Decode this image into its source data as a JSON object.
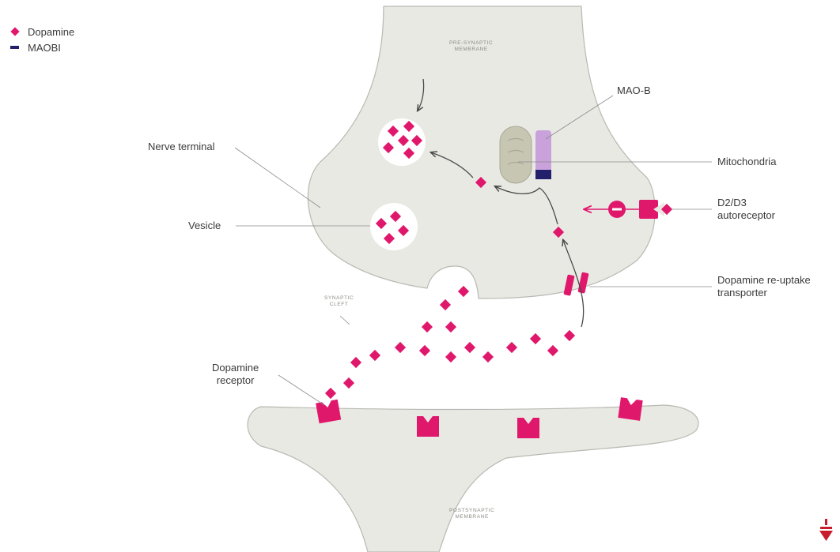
{
  "legend": {
    "dopamine": {
      "label": "Dopamine",
      "color": "#e0186c",
      "icon": "diamond"
    },
    "maobi": {
      "label": "MAOBI",
      "color": "#23206b",
      "icon": "bar"
    }
  },
  "labels": {
    "pre_synaptic_membrane": "PRE-SYNAPTIC\nMEMBRANE",
    "synaptic_cleft": "SYNAPTIC\nCLEFT",
    "postsynaptic_membrane": "POSTSYNAPTIC\nMEMBRANE",
    "nerve_terminal": "Nerve terminal",
    "vesicle": "Vesicle",
    "mao_b": "MAO-B",
    "mitochondria": "Mitochondria",
    "d2d3": "D2/D3\nautoreceptor",
    "reuptake": "Dopamine re-uptake\ntransporter",
    "dopamine_receptor": "Dopamine\nreceptor"
  },
  "colors": {
    "membrane": "#e9e9e4",
    "membrane_edge": "#b9b9b3",
    "dopamine": "#e0186c",
    "mao_b": "#c9a2db",
    "maobi": "#23206b",
    "mitochondria": "#c6c6b3",
    "line": "#8a8a8a",
    "arrow": "#4a4a4a",
    "corner_icon": "#c81b2c"
  },
  "icons": {
    "corner": "down-arrow-logo-icon"
  }
}
